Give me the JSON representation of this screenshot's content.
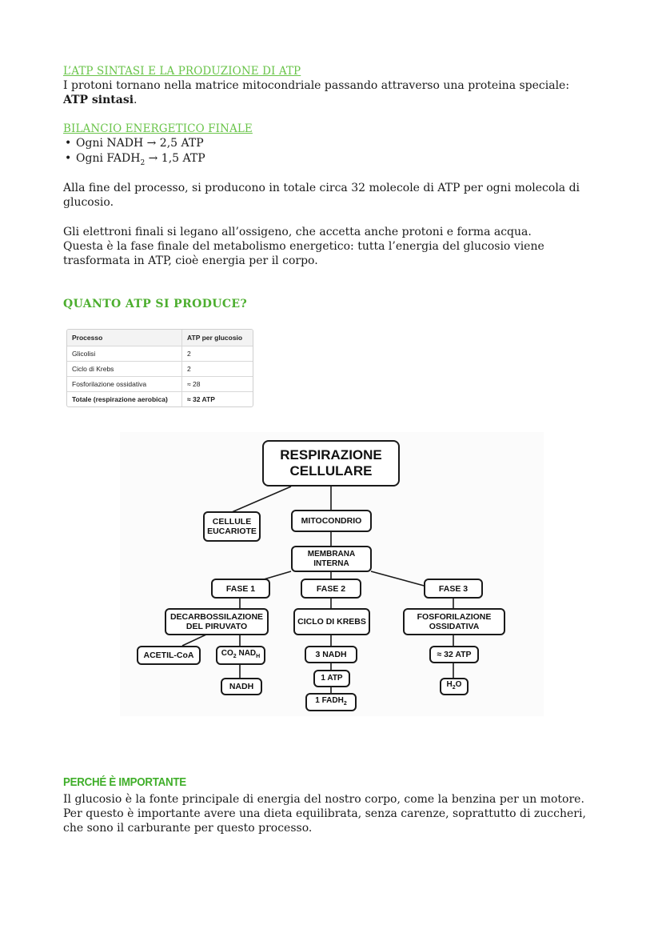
{
  "section1": {
    "heading": "L’ATP SINTASI E LA PRODUZIONE DI ATP",
    "text_before": "I protoni tornano nella matrice mitocondriale passando attraverso una proteina speciale:",
    "bold": "ATP sintasi",
    "text_after": "."
  },
  "section2": {
    "heading": "BILANCIO ENERGETICO FINALE",
    "bullet1": "Ogni NADH → 2,5 ATP",
    "bullet2_pre": "Ogni FADH",
    "bullet2_sub": "2",
    "bullet2_post": " → 1,5 ATP"
  },
  "paragraphs": {
    "p1_line1": "Alla fine del processo, si producono in totale circa 32 molecole di ATP per ogni molecola di",
    "p1_line2": "glucosio.",
    "p2_line1": "Gli elettroni finali si legano all’ossigeno, che accetta anche protoni e forma acqua.",
    "p2_line2": "Questa è la fase finale del metabolismo energetico: tutta l’energia del glucosio viene",
    "p2_line3": "trasformata in ATP, cioè energia per il corpo."
  },
  "section3": {
    "heading": "QUANTO ATP SI PRODUCE?"
  },
  "table": {
    "header": [
      "Processo",
      "ATP per glucosio"
    ],
    "rows": [
      [
        "Glicolisi",
        "2"
      ],
      [
        "Ciclo di Krebs",
        "2"
      ],
      [
        "Fosforilazione ossidativa",
        "≈ 28"
      ],
      [
        "Totale (respirazione aerobica)",
        "≈ 32 ATP"
      ]
    ]
  },
  "diagram": {
    "root_line1": "RESPIRAZIONE",
    "root_line2": "CELLULARE",
    "cellule_line1": "CELLULE",
    "cellule_line2": "EUCARIOTE",
    "mitocondrio": "MITOCONDRIO",
    "membrana_line1": "MEMBRANA",
    "membrana_line2": "INTERNA",
    "fase1": "FASE 1",
    "fase2": "FASE 2",
    "fase3": "FASE 3",
    "decarb_line1": "DECARBOSSILAZIONE",
    "decarb_line2": "DEL PIRUVATO",
    "krebs": "CICLO DI KREBS",
    "fosf_line1": "FOSFORILAZIONE",
    "fosf_line2": "OSSIDATIVA",
    "acetil": "ACETIL-CoA",
    "co2_pre": "CO",
    "co2_sub": "2",
    "nadh_pre": " NAD",
    "nadh_sub": "H",
    "nadh": "NADH",
    "three_nadh": "3 NADH",
    "one_atp": "1 ATP",
    "fadh_pre": "1 FADH",
    "fadh_sub": "2",
    "atp32": "≈ 32 ATP",
    "h2o_pre": "H",
    "h2o_sub": "2",
    "h2o_post": "O"
  },
  "section4": {
    "heading": "PERCHÉ È IMPORTANTE",
    "line1": "Il glucosio è la fonte principale di energia del nostro corpo, come la benzina per un motore.",
    "line2": "Per questo è importante avere una dieta equilibrata, senza carenze, soprattutto di zuccheri,",
    "line3": "che sono il carburante per questo processo."
  }
}
